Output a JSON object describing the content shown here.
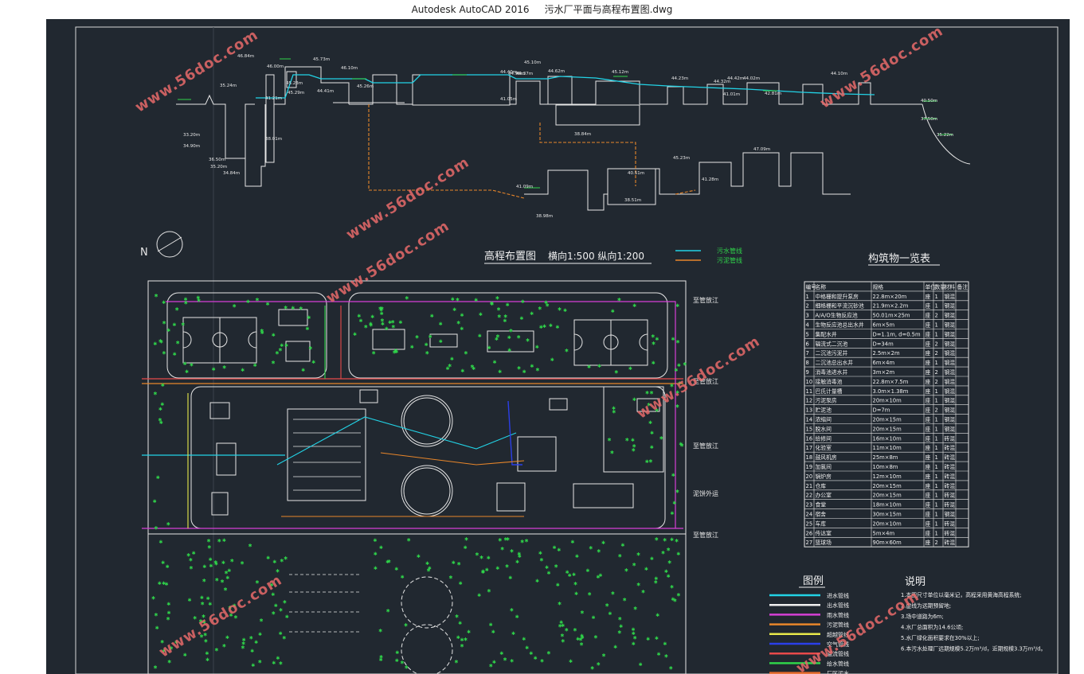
{
  "window": {
    "app": "Autodesk AutoCAD 2016",
    "file": "污水厂平面与高程布置图.dwg"
  },
  "watermark": "www.56doc.com",
  "profile": {
    "title": "高程布置图",
    "scale": "横向1:500   纵向1:200",
    "elevations": [
      "46.84m",
      "46.00m",
      "45.73m",
      "45.23m",
      "45.29m",
      "44.41m",
      "41.21m",
      "35.24m",
      "46.10m",
      "45.26m",
      "44.96m",
      "44.40m",
      "44.37m",
      "44.62m",
      "41.05m",
      "45.10m",
      "45.12m",
      "44.23m",
      "44.42m",
      "44.32m",
      "44.02m",
      "41.01m",
      "42.81m",
      "44.10m",
      "40.50m",
      "37.50m",
      "35.22m",
      "33.20m",
      "34.90m",
      "36.50m",
      "35.20m",
      "34.84m",
      "38.01m",
      "47.09m",
      "45.23m",
      "40.51m",
      "38.51m",
      "41.09m",
      "38.98m",
      "41.28m",
      "38.84m"
    ]
  },
  "flow_legend_small": [
    "污水管线",
    "污泥管线"
  ],
  "north_label": "N",
  "table": {
    "title": "构筑物一览表",
    "headers": [
      "编号",
      "名称",
      "规格",
      "单位",
      "数量",
      "材料",
      "备注"
    ],
    "rows": [
      [
        "1",
        "中格栅和提升泵房",
        "22.8m×20m",
        "座",
        "1",
        "钢混",
        ""
      ],
      [
        "2",
        "细格栅和平流沉砂池",
        "21.9m×2.2m",
        "座",
        "1",
        "钢混",
        ""
      ],
      [
        "3",
        "A/A/O生物反应池",
        "50.01m×25m",
        "座",
        "2",
        "钢混",
        ""
      ],
      [
        "4",
        "生物反应池总出水井",
        "6m×5m",
        "座",
        "1",
        "钢混",
        ""
      ],
      [
        "5",
        "集配水井",
        "D=1.1m, d=0.5m",
        "座",
        "1",
        "钢混",
        ""
      ],
      [
        "6",
        "辐流式二沉池",
        "D=34m",
        "座",
        "2",
        "钢混",
        ""
      ],
      [
        "7",
        "二沉池污泥井",
        "2.5m×2m",
        "座",
        "2",
        "钢混",
        ""
      ],
      [
        "8",
        "二沉池总出水井",
        "6m×4m",
        "座",
        "1",
        "钢混",
        ""
      ],
      [
        "9",
        "消毒池进水井",
        "3m×2m",
        "座",
        "2",
        "钢混",
        ""
      ],
      [
        "10",
        "接触消毒池",
        "22.8m×7.5m",
        "座",
        "2",
        "钢混",
        ""
      ],
      [
        "11",
        "巴氏计量槽",
        "3.0m×1.38m",
        "座",
        "1",
        "钢混",
        ""
      ],
      [
        "12",
        "污泥泵房",
        "20m×10m",
        "座",
        "1",
        "钢混",
        ""
      ],
      [
        "13",
        "贮泥池",
        "D=7m",
        "座",
        "2",
        "钢混",
        ""
      ],
      [
        "14",
        "浓缩间",
        "20m×15m",
        "座",
        "1",
        "钢混",
        ""
      ],
      [
        "15",
        "脱水间",
        "20m×15m",
        "座",
        "1",
        "钢混",
        ""
      ],
      [
        "16",
        "给修间",
        "16m×10m",
        "座",
        "1",
        "砖混",
        ""
      ],
      [
        "17",
        "化验室",
        "11m×10m",
        "座",
        "1",
        "砖混",
        ""
      ],
      [
        "18",
        "鼓风机房",
        "25m×8m",
        "座",
        "1",
        "砖混",
        ""
      ],
      [
        "19",
        "加氯间",
        "10m×8m",
        "座",
        "1",
        "砖混",
        ""
      ],
      [
        "20",
        "锅炉房",
        "12m×10m",
        "座",
        "1",
        "砖混",
        ""
      ],
      [
        "21",
        "仓库",
        "20m×15m",
        "座",
        "1",
        "砖混",
        ""
      ],
      [
        "22",
        "办公室",
        "20m×15m",
        "座",
        "1",
        "砖混",
        ""
      ],
      [
        "23",
        "食堂",
        "18m×10m",
        "座",
        "1",
        "砖混",
        ""
      ],
      [
        "24",
        "宿舍",
        "30m×15m",
        "座",
        "1",
        "钢混",
        ""
      ],
      [
        "25",
        "车库",
        "20m×10m",
        "座",
        "1",
        "砖混",
        ""
      ],
      [
        "26",
        "传达室",
        "5m×4m",
        "座",
        "1",
        "砖混",
        ""
      ],
      [
        "27",
        "篮球场",
        "90m×60m",
        "座",
        "2",
        "砖混",
        ""
      ]
    ]
  },
  "right_labels": [
    "至管放江",
    "至管放江",
    "至管放江",
    "泥饼外运",
    "至管放江"
  ],
  "legend": {
    "title": "图例",
    "items": [
      {
        "label": "进水管线",
        "color": "#22d3e6"
      },
      {
        "label": "出水管线",
        "color": "#f0f0f0"
      },
      {
        "label": "雨水管线",
        "color": "#d63fd6"
      },
      {
        "label": "污泥管线",
        "color": "#e8862a"
      },
      {
        "label": "超越管线",
        "color": "#e8e84a"
      },
      {
        "label": "空气管线",
        "color": "#2b3fe8"
      },
      {
        "label": "溢流管线",
        "color": "#e84a4a"
      },
      {
        "label": "给水管线",
        "color": "#2fd44a"
      },
      {
        "label": "厂区污水",
        "color": "#e86a2a"
      }
    ]
  },
  "notes": {
    "title": "说明",
    "lines": [
      "1.本图尺寸单位以毫米记，高程采用黄海高程系统;",
      "2.虚线为远期预留地;",
      "3.场中道路为6m;",
      "4.水厂总面积为14.6公顷;",
      "5.水厂绿化面积要求在30%以上;",
      "6.本污水处理厂远期规模5.2万m³/d，近期规模3.3万m³/d。"
    ]
  }
}
